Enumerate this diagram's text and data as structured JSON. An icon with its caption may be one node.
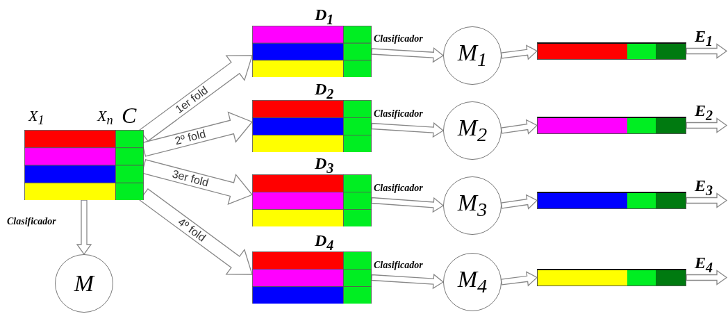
{
  "diagram": {
    "nodes": [
      {
        "text": [
          "X$_{1}$",
          "X$_{n}$",
          "C"
        ]
      },
      {
        "text": [
          "M"
        ]
      },
      {
        "text": [
          "D$_{1}$"
        ]
      },
      {
        "text": [
          "D$_{2}$"
        ]
      },
      {
        "text": [
          "D$_{3}$"
        ]
      },
      {
        "text": [
          "D$_{4}$"
        ]
      },
      {
        "text": [
          "M$_{1}$"
        ]
      },
      {
        "text": [
          "M$_{2}$"
        ]
      },
      {
        "text": [
          "M$_{3}$"
        ]
      },
      {
        "text": [
          "M$_{4}$"
        ]
      },
      {
        "text": [],
        "shape": "bar"
      },
      {
        "text": [],
        "shape": "bar"
      },
      {
        "text": [],
        "shape": "bar"
      },
      {
        "text": [],
        "shape": "bar"
      }
    ],
    "edges": [
      {
        "from": 0,
        "to": 1,
        "arrow": "to",
        "label": "Clasificador"
      },
      {
        "from": 0,
        "to": 2,
        "arrow": "to",
        "label": "1er fold"
      },
      {
        "from": 0,
        "to": 3,
        "arrow": "to",
        "label": "2º fold"
      },
      {
        "from": 0,
        "to": 4,
        "arrow": "to",
        "label": "3er fold"
      },
      {
        "from": 0,
        "to": 5,
        "arrow": "to",
        "label": "4º fold"
      },
      {
        "from": 2,
        "to": 6,
        "arrow": "to",
        "label": "Clasificador"
      },
      {
        "from": 3,
        "to": 7,
        "arrow": "to",
        "label": "Clasificador"
      },
      {
        "from": 4,
        "to": 8,
        "arrow": "to",
        "label": "Clasificador"
      },
      {
        "from": 5,
        "to": 9,
        "arrow": "to",
        "label": "Clasificador"
      },
      {
        "from": 6,
        "to": 10,
        "arrow": "to"
      },
      {
        "from": 7,
        "to": 11,
        "arrow": "to"
      },
      {
        "from": 8,
        "to": 12,
        "arrow": "to"
      },
      {
        "from": 9,
        "to": 13,
        "arrow": "to"
      },
      {
        "from": 10,
        "to": null,
        "arrow": "to",
        "label": "E$_{1}$"
      },
      {
        "from": 11,
        "to": null,
        "arrow": "to",
        "label": "E$_{2}$"
      },
      {
        "from": 12,
        "to": null,
        "arrow": "to",
        "label": "E$_{3}$"
      },
      {
        "from": 13,
        "to": null,
        "arrow": "to",
        "label": "E$_{4}$"
      }
    ]
  }
}
